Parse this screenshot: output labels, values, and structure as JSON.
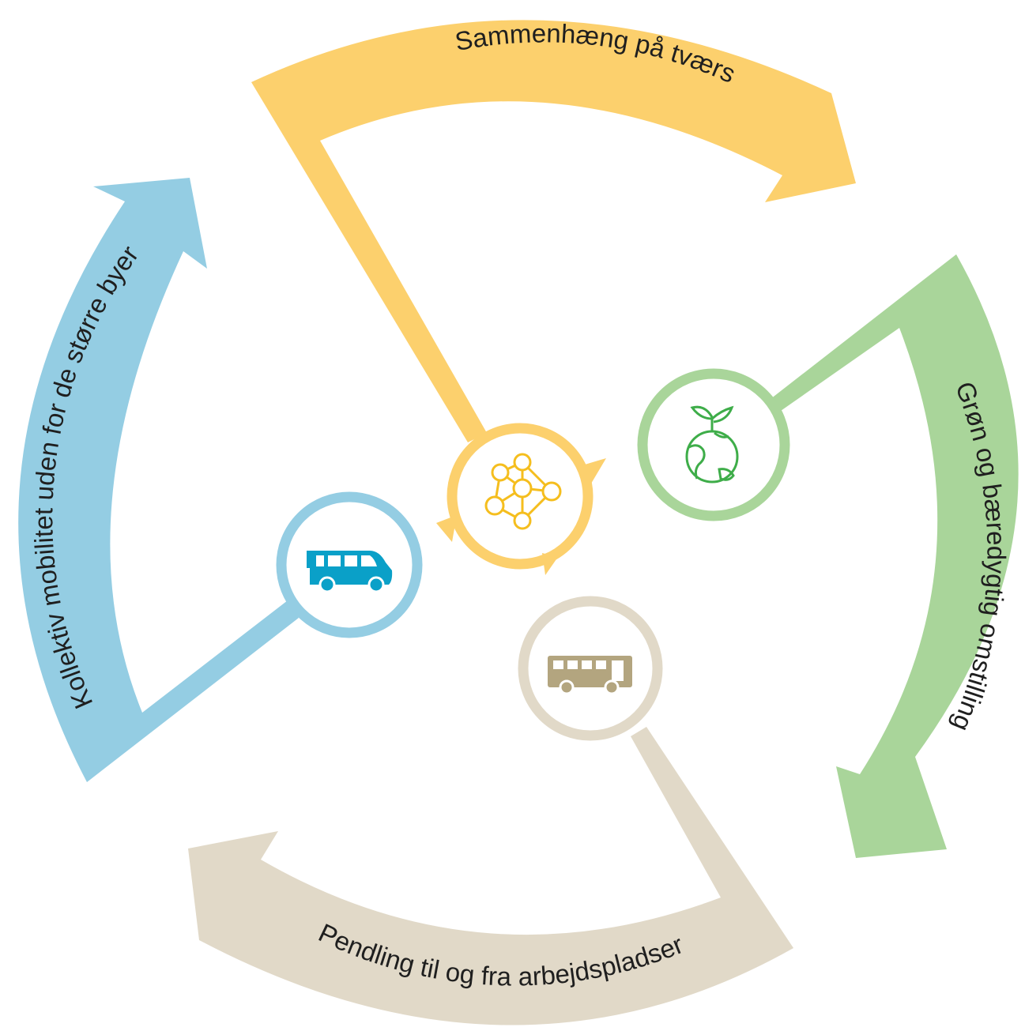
{
  "diagram": {
    "themes": [
      {
        "id": "sammenhaeng",
        "label": "Sammenhæng på tværs",
        "color": "#FCD06D",
        "icon": "network-icon"
      },
      {
        "id": "groen",
        "label": "Grøn og bæredygtig omstilling",
        "color": "#A9D59A",
        "icon": "globe-sprout-icon"
      },
      {
        "id": "pendling",
        "label": "Pendling til og fra arbejdspladser",
        "color": "#E1D9C8",
        "icon": "bus-icon"
      },
      {
        "id": "kollektiv",
        "label": "Kollektiv mobilitet uden for de større byer",
        "color": "#94CDE3",
        "icon": "van-icon"
      }
    ],
    "icon_colors": {
      "network": "#F5BE1E",
      "globe": "#3EAD49",
      "bus": "#B3A57F",
      "van": "#0AA0C8"
    }
  }
}
